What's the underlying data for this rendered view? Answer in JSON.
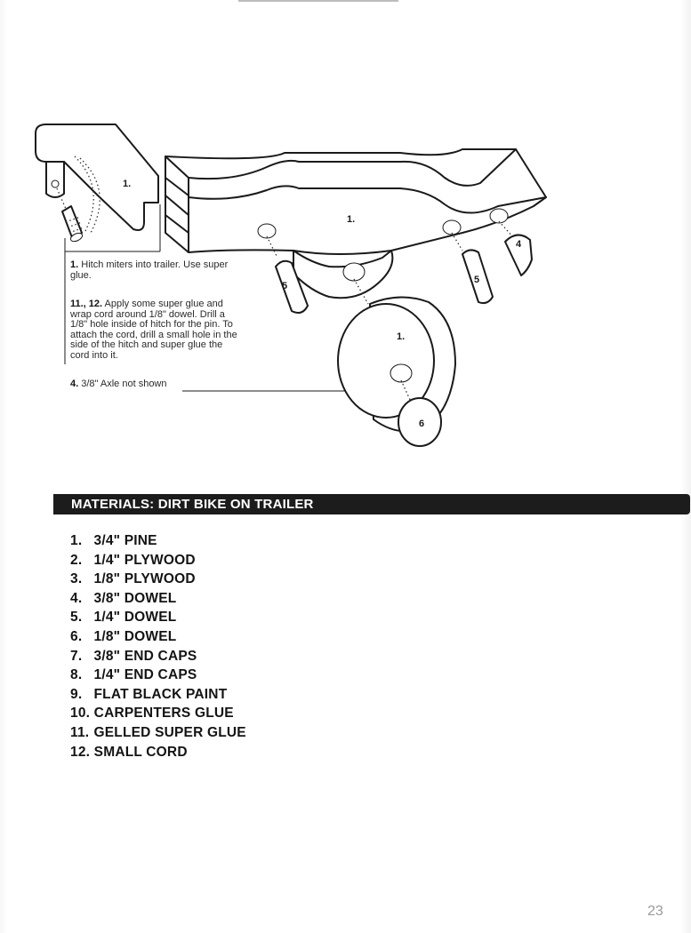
{
  "diagram": {
    "labels": {
      "hitch": "1.",
      "trailer_body": "1.",
      "wheel": "1.",
      "left_dowel": "5",
      "right_dowel": "5",
      "end_cap": "4",
      "axle_cap": "6"
    }
  },
  "notes": {
    "note1": {
      "num": "1.",
      "text": "Hitch miters into trailer. Use super glue."
    },
    "note11": {
      "num": "11., 12.",
      "text": "Apply some super glue and wrap cord around 1/8\" dowel. Drill a 1/8\" hole inside of hitch for the pin. To attach the cord, drill a small hole in the side of the hitch and super glue the cord into it."
    },
    "note4": {
      "num": "4.",
      "text": "3/8\" Axle not shown"
    }
  },
  "materials": {
    "title": "MATERIALS: DIRT BIKE ON TRAILER",
    "items": [
      {
        "num": "1.",
        "text": "3/4\" PINE"
      },
      {
        "num": "2.",
        "text": "1/4\" PLYWOOD"
      },
      {
        "num": "3.",
        "text": "1/8\" PLYWOOD"
      },
      {
        "num": "4.",
        "text": "3/8\" DOWEL"
      },
      {
        "num": "5.",
        "text": "1/4\" DOWEL"
      },
      {
        "num": "6.",
        "text": "1/8\" DOWEL"
      },
      {
        "num": "7.",
        "text": "3/8\" END CAPS"
      },
      {
        "num": "8.",
        "text": "1/4\" END CAPS"
      },
      {
        "num": "9.",
        "text": "FLAT BLACK PAINT"
      },
      {
        "num": "10.",
        "text": "CARPENTERS GLUE"
      },
      {
        "num": "11.",
        "text": "GELLED SUPER GLUE"
      },
      {
        "num": "12.",
        "text": "SMALL CORD"
      }
    ]
  },
  "page_number": "23"
}
